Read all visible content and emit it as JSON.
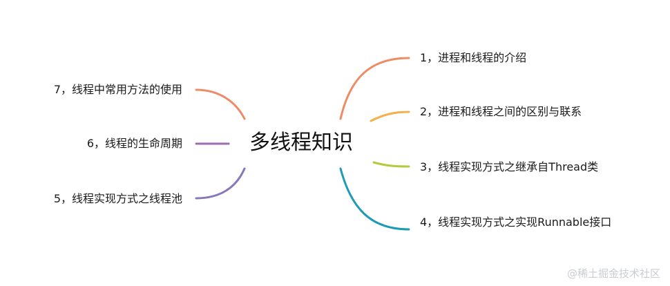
{
  "mindmap": {
    "center": "多线程知识",
    "branches": [
      {
        "label": "1，进程和线程的介绍",
        "color": "#ee8b67"
      },
      {
        "label": "2，进程和线程之间的区别与联系",
        "color": "#f3b04c"
      },
      {
        "label": "3，线程实现方式之继承自Thread类",
        "color": "#b5c93a"
      },
      {
        "label": "4，线程实现方式之实现Runnable接口",
        "color": "#1b9bb5"
      },
      {
        "label": "5，线程实现方式之线程池",
        "color": "#8877bb"
      },
      {
        "label": "6，线程的生命周期",
        "color": "#9b6cb3"
      },
      {
        "label": "7，线程中常用方法的使用",
        "color": "#ee8b67"
      }
    ]
  },
  "watermark": "@稀土掘金技术社区"
}
